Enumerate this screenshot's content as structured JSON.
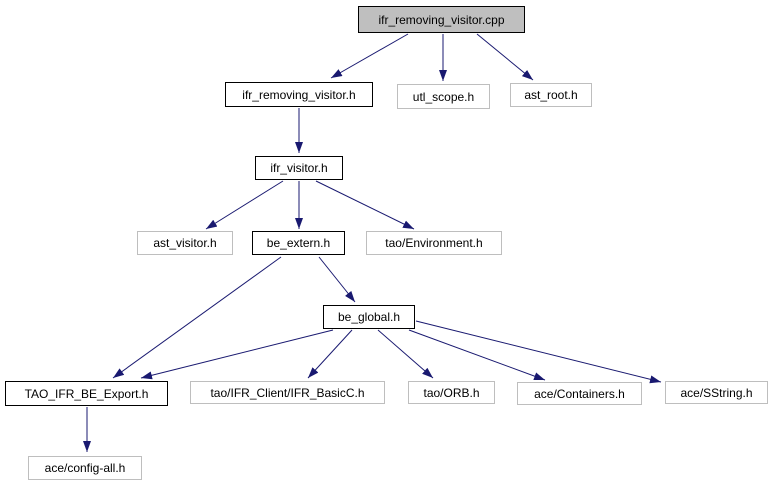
{
  "diagram": {
    "nodes": [
      {
        "id": "cpp",
        "label": "ifr_removing_visitor.cpp",
        "kind": "current-file"
      },
      {
        "id": "irvh",
        "label": "ifr_removing_visitor.h",
        "kind": "internal-header"
      },
      {
        "id": "utl",
        "label": "utl_scope.h",
        "kind": "external-header"
      },
      {
        "id": "astroot",
        "label": "ast_root.h",
        "kind": "external-header"
      },
      {
        "id": "ifrv",
        "label": "ifr_visitor.h",
        "kind": "internal-header"
      },
      {
        "id": "astv",
        "label": "ast_visitor.h",
        "kind": "external-header"
      },
      {
        "id": "beext",
        "label": "be_extern.h",
        "kind": "internal-header"
      },
      {
        "id": "taoenv",
        "label": "tao/Environment.h",
        "kind": "external-header"
      },
      {
        "id": "beglob",
        "label": "be_global.h",
        "kind": "internal-header"
      },
      {
        "id": "taoexp",
        "label": "TAO_IFR_BE_Export.h",
        "kind": "internal-header"
      },
      {
        "id": "ifrbasic",
        "label": "tao/IFR_Client/IFR_BasicC.h",
        "kind": "external-header"
      },
      {
        "id": "taoorb",
        "label": "tao/ORB.h",
        "kind": "external-header"
      },
      {
        "id": "acecont",
        "label": "ace/Containers.h",
        "kind": "external-header"
      },
      {
        "id": "acesstr",
        "label": "ace/SString.h",
        "kind": "external-header"
      },
      {
        "id": "aceconf",
        "label": "ace/config-all.h",
        "kind": "external-header"
      }
    ],
    "edges": [
      {
        "from": "cpp",
        "to": "irvh"
      },
      {
        "from": "cpp",
        "to": "utl"
      },
      {
        "from": "cpp",
        "to": "astroot"
      },
      {
        "from": "irvh",
        "to": "ifrv"
      },
      {
        "from": "ifrv",
        "to": "astv"
      },
      {
        "from": "ifrv",
        "to": "beext"
      },
      {
        "from": "ifrv",
        "to": "taoenv"
      },
      {
        "from": "beext",
        "to": "taoexp"
      },
      {
        "from": "beext",
        "to": "beglob"
      },
      {
        "from": "beglob",
        "to": "taoexp"
      },
      {
        "from": "beglob",
        "to": "ifrbasic"
      },
      {
        "from": "beglob",
        "to": "taoorb"
      },
      {
        "from": "beglob",
        "to": "acecont"
      },
      {
        "from": "beglob",
        "to": "acesstr"
      },
      {
        "from": "taoexp",
        "to": "aceconf"
      }
    ],
    "colors": {
      "edge": "#191970",
      "current_node_fill": "#bfbfbf",
      "internal_node_border": "#000000",
      "external_node_border": "#bebebe",
      "background": "#ffffff",
      "text": "#000000"
    }
  }
}
